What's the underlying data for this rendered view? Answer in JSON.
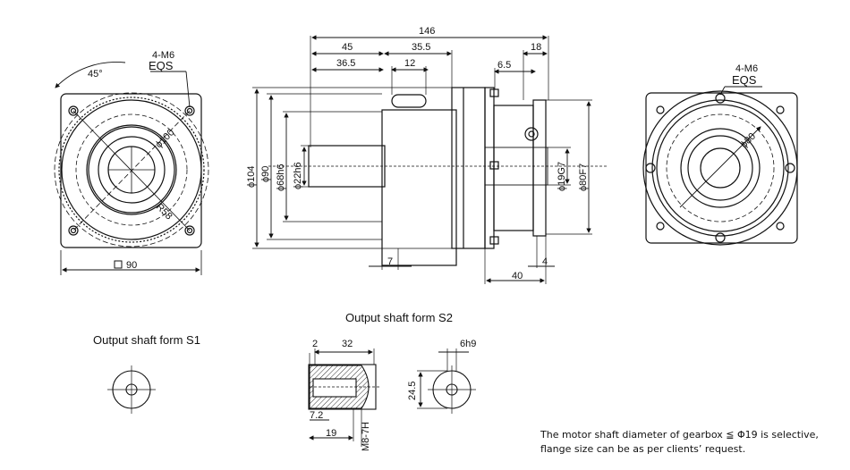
{
  "dimensions": {
    "overall_length": "146",
    "len_45": "45",
    "len_35_5": "35.5",
    "len_18": "18",
    "len_36_5": "36.5",
    "len_12": "12",
    "len_6_5": "6.5",
    "len_7": "7",
    "len_40": "40",
    "len_4": "4",
    "dia_104": "ϕ104",
    "dia_90": "ϕ90",
    "dia_68h6": "ϕ68h6",
    "dia_22h6": "ϕ22h6",
    "dia_19g7": "ϕ19G7",
    "dia_80f7": "ϕ80F7",
    "square_90": "90",
    "angle_45": "45°",
    "bolts_out": "4-M6",
    "eqs_out": "EQS",
    "pcd_100": "ϕ100",
    "r_58": "R58",
    "bolts_in": "4-M6",
    "eqs_in": "EQS",
    "pcd_80": "ϕ80"
  },
  "s2_dims": {
    "d2": "2",
    "d32": "32",
    "d7_2": "7.2",
    "d19": "19",
    "thread": "M8-7H",
    "key_6h9": "6h9",
    "h24_5": "24.5"
  },
  "labels": {
    "s1_title": "Output shaft form S1",
    "s2_title": "Output shaft form S2"
  },
  "note": {
    "line1": "The motor shaft diameter of gearbox ≦ Φ19 is selective,",
    "line2": "flange size can be as per clients’   request."
  }
}
